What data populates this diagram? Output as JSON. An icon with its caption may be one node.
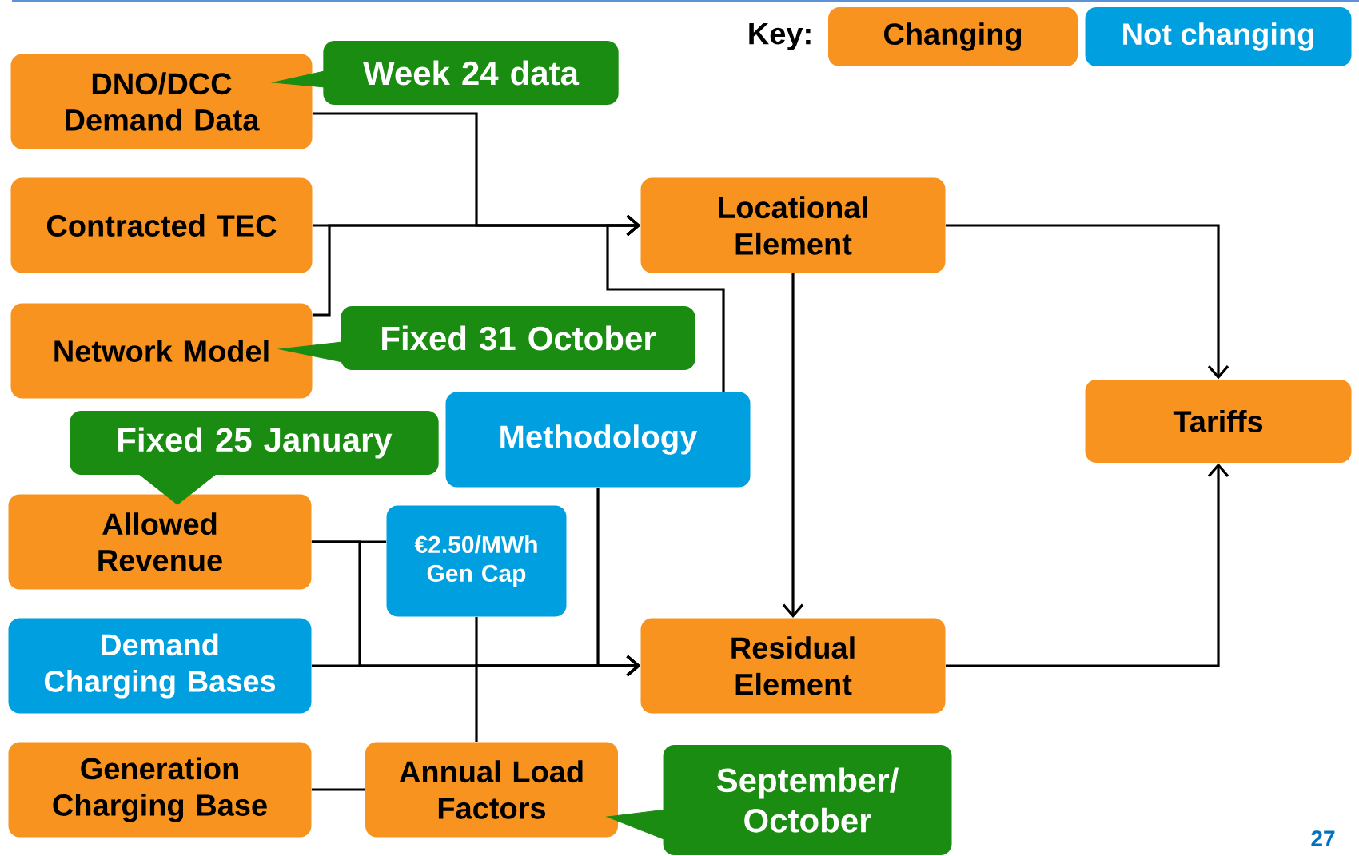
{
  "diagram": {
    "nodes": [
      {
        "text": [
          "DNO/DCC Demand Data"
        ]
      },
      {
        "text": [
          "Week 24 data"
        ]
      },
      {
        "text": [
          "Contracted TEC"
        ]
      },
      {
        "text": [
          "Locational Element"
        ]
      },
      {
        "text": [
          "Fixed 31 October"
        ]
      },
      {
        "text": [
          "Network Model"
        ]
      },
      {
        "text": [
          "Fixed 25 January"
        ]
      },
      {
        "text": [
          "Methodology"
        ]
      },
      {
        "text": [
          "Tariffs"
        ]
      },
      {
        "text": [
          "Allowed Revenue"
        ]
      },
      {
        "text": [
          "€2.50/MWh Gen Cap"
        ]
      },
      {
        "text": [
          "Demand Charging Bases"
        ]
      },
      {
        "text": [
          "Residual Element"
        ]
      },
      {
        "text": [
          "Generation Charging Base"
        ]
      },
      {
        "text": [
          "Annual Load Factors"
        ]
      },
      {
        "text": [
          "September/ October"
        ]
      }
    ],
    "edges": [
      {
        "from": 1,
        "to": 0,
        "arrow": "none"
      },
      {
        "from": 0,
        "to": 3,
        "arrow": "to"
      },
      {
        "from": 2,
        "to": 3,
        "arrow": "to"
      },
      {
        "from": 5,
        "to": 3,
        "arrow": "to"
      },
      {
        "from": 7,
        "to": 3,
        "arrow": "to"
      },
      {
        "from": 7,
        "to": 12,
        "arrow": "to"
      },
      {
        "from": 9,
        "to": 12,
        "arrow": "to"
      },
      {
        "from": 9,
        "to": 10,
        "arrow": "none"
      },
      {
        "from": 11,
        "to": 12,
        "arrow": "to"
      },
      {
        "from": 10,
        "to": 12,
        "arrow": "to"
      },
      {
        "from": 14,
        "to": 12,
        "arrow": "to"
      },
      {
        "from": 13,
        "to": 14,
        "arrow": "none"
      },
      {
        "from": 3,
        "to": 8,
        "arrow": "to"
      },
      {
        "from": 3,
        "to": 12,
        "arrow": "to"
      },
      {
        "from": 12,
        "to": 8,
        "arrow": "to"
      },
      {
        "from": 4,
        "to": 5,
        "arrow": "none"
      },
      {
        "from": 6,
        "to": 9,
        "arrow": "none"
      },
      {
        "from": 15,
        "to": 14,
        "arrow": "none"
      }
    ],
    "labels": [
      "Key:",
      "27"
    ],
    "legend": [
      {
        "text": "Changing",
        "color": "#f7931e"
      },
      {
        "text": "Not changing",
        "color": "#009fdf"
      }
    ]
  }
}
